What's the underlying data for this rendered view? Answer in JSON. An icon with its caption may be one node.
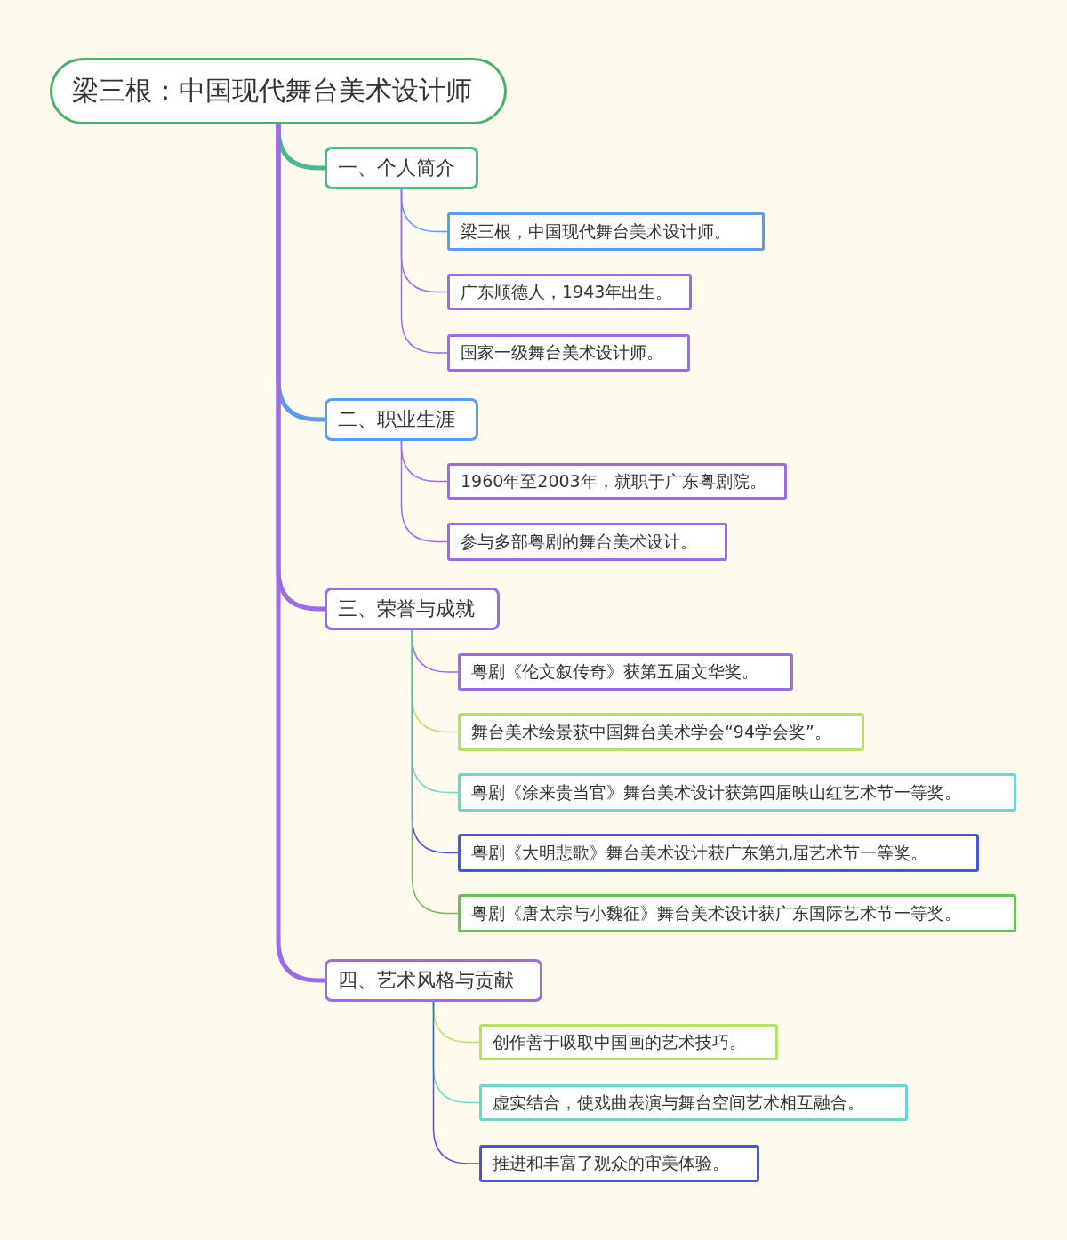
{
  "diagram": {
    "nodes": [
      {
        "text": [
          "梁三根：中国现代舞台美术设计师"
        ]
      },
      {
        "text": [
          "一、个人简介"
        ]
      },
      {
        "text": [
          "梁三根，中国现代舞台美术设计师。"
        ]
      },
      {
        "text": [
          "广东顺德人，1943年出生。"
        ]
      },
      {
        "text": [
          "国家一级舞台美术设计师。"
        ]
      },
      {
        "text": [
          "二、职业生涯"
        ]
      },
      {
        "text": [
          "1960年至2003年，就职于广东粤剧院。"
        ]
      },
      {
        "text": [
          "参与多部粤剧的舞台美术设计。"
        ]
      },
      {
        "text": [
          "三、荣誉与成就"
        ]
      },
      {
        "text": [
          "粤剧《伦文叙传奇》获第五届文华奖。"
        ]
      },
      {
        "text": [
          "舞台美术绘景获中国舞台美术学会“94学会奖”。"
        ]
      },
      {
        "text": [
          "粤剧《涂来贵当官》舞台美术设计获第四届映山红艺术节一等奖。"
        ]
      },
      {
        "text": [
          "粤剧《大明悲歌》舞台美术设计获广东第九届艺术节一等奖。"
        ]
      },
      {
        "text": [
          "粤剧《唐太宗与小魏征》舞台美术设计获广东国际艺术节一等奖。"
        ]
      },
      {
        "text": [
          "四、艺术风格与贡献"
        ]
      },
      {
        "text": [
          "创作善于吸取中国画的艺术技巧。"
        ]
      },
      {
        "text": [
          "虚实结合，使戏曲表演与舞台空间艺术相互融合。"
        ]
      },
      {
        "text": [
          "推进和丰富了观众的审美体验。"
        ]
      }
    ],
    "edges": [
      {
        "from": 0,
        "to": 1,
        "arrow": "none",
        "style": "thick",
        "color": "#4cb88f"
      },
      {
        "from": 0,
        "to": 5,
        "arrow": "none",
        "style": "thick",
        "color": "#5b9cf0"
      },
      {
        "from": 0,
        "to": 8,
        "arrow": "none",
        "style": "thick"
      },
      {
        "from": 0,
        "to": 14,
        "arrow": "none",
        "style": "thick"
      },
      {
        "from": 1,
        "to": 2,
        "arrow": "none",
        "color": "#5b9cf0"
      },
      {
        "from": 1,
        "to": 3,
        "arrow": "none"
      },
      {
        "from": 1,
        "to": 4,
        "arrow": "none"
      },
      {
        "from": 5,
        "to": 6,
        "arrow": "none"
      },
      {
        "from": 5,
        "to": 7,
        "arrow": "none"
      },
      {
        "from": 8,
        "to": 9,
        "arrow": "none"
      },
      {
        "from": 8,
        "to": 10,
        "arrow": "none",
        "color": "#b5e06a"
      },
      {
        "from": 8,
        "to": 11,
        "arrow": "none",
        "color": "#6dd6c8"
      },
      {
        "from": 8,
        "to": 12,
        "arrow": "none",
        "color": "#4b56d2"
      },
      {
        "from": 8,
        "to": 13,
        "arrow": "none",
        "color": "#6bbf59"
      },
      {
        "from": 14,
        "to": 15,
        "arrow": "none",
        "color": "#b5e06a"
      },
      {
        "from": 14,
        "to": 16,
        "arrow": "none",
        "color": "#6dd6c8"
      },
      {
        "from": 14,
        "to": 17,
        "arrow": "none",
        "color": "#4b56d2"
      }
    ]
  }
}
